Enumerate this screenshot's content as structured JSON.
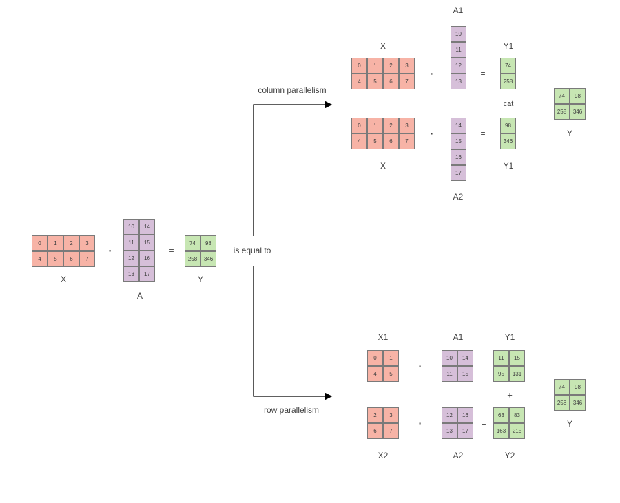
{
  "colors": {
    "x_fill": "#f7b3a6",
    "a_fill": "#d6bfd9",
    "y_fill": "#c7e6b3",
    "cell_border": "#7a7a7a",
    "arrow": "#000000"
  },
  "operators": {
    "dot": "·",
    "equals": "=",
    "cat": "cat",
    "plus": "+"
  },
  "main": {
    "label_is_equal_to": "is equal to",
    "x": {
      "label": "X",
      "cells": [
        "0",
        "1",
        "2",
        "3",
        "4",
        "5",
        "6",
        "7"
      ]
    },
    "a": {
      "label": "A",
      "cells": [
        "10",
        "14",
        "11",
        "15",
        "12",
        "16",
        "13",
        "17"
      ]
    },
    "y": {
      "label": "Y",
      "cells": [
        "74",
        "98",
        "258",
        "346"
      ]
    }
  },
  "column_parallelism": {
    "title": "column parallelism",
    "top": {
      "x": {
        "label": "X",
        "cells": [
          "0",
          "1",
          "2",
          "3",
          "4",
          "5",
          "6",
          "7"
        ]
      },
      "a": {
        "label": "A1",
        "cells": [
          "10",
          "11",
          "12",
          "13"
        ]
      },
      "y": {
        "label": "Y1",
        "cells": [
          "74",
          "258"
        ]
      }
    },
    "bottom": {
      "x": {
        "label": "X",
        "cells": [
          "0",
          "1",
          "2",
          "3",
          "4",
          "5",
          "6",
          "7"
        ]
      },
      "a": {
        "label": "A2",
        "cells": [
          "14",
          "15",
          "16",
          "17"
        ]
      },
      "y": {
        "label": "Y1",
        "cells": [
          "98",
          "346"
        ]
      }
    },
    "result": {
      "label": "Y",
      "cells": [
        "74",
        "98",
        "258",
        "346"
      ]
    }
  },
  "row_parallelism": {
    "title": "row parallelism",
    "top": {
      "x": {
        "label": "X1",
        "cells": [
          "0",
          "1",
          "4",
          "5"
        ]
      },
      "a": {
        "label": "A1",
        "cells": [
          "10",
          "14",
          "11",
          "15"
        ]
      },
      "y": {
        "label": "Y1",
        "cells": [
          "11",
          "15",
          "95",
          "131"
        ]
      }
    },
    "bottom": {
      "x": {
        "label": "X2",
        "cells": [
          "2",
          "3",
          "6",
          "7"
        ]
      },
      "a": {
        "label": "A2",
        "cells": [
          "12",
          "16",
          "13",
          "17"
        ]
      },
      "y": {
        "label": "Y2",
        "cells": [
          "63",
          "83",
          "163",
          "215"
        ]
      }
    },
    "result": {
      "label": "Y",
      "cells": [
        "74",
        "98",
        "258",
        "346"
      ]
    }
  }
}
